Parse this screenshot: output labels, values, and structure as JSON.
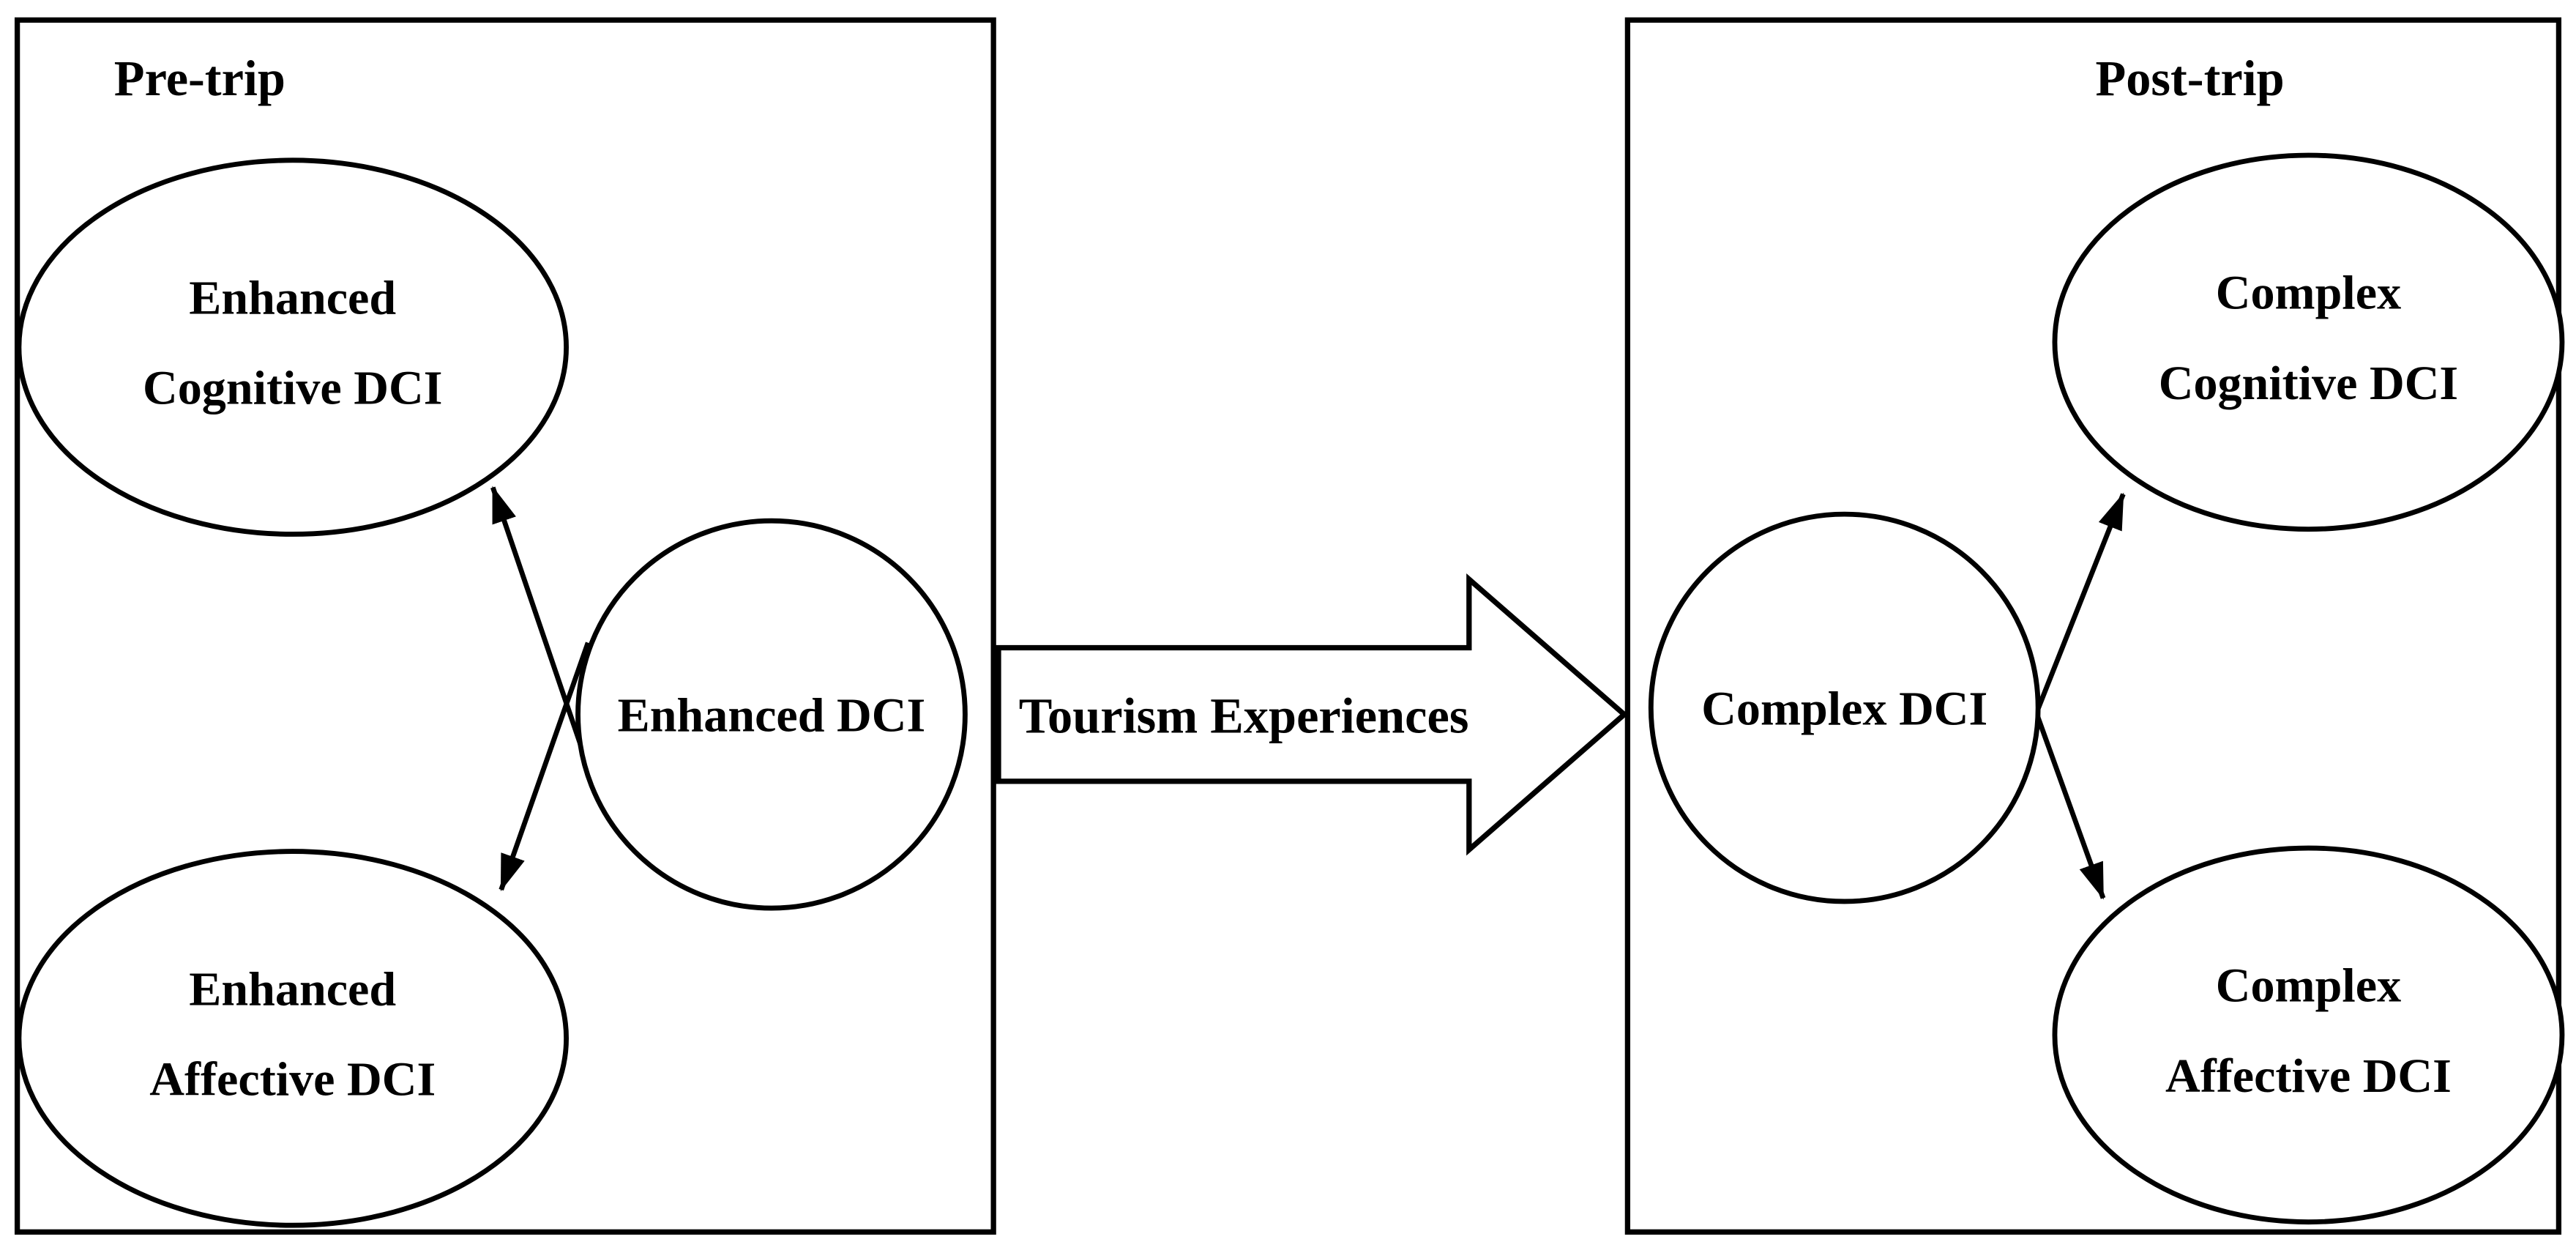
{
  "diagram": {
    "pretrip": {
      "title": "Pre-trip",
      "nodes": {
        "cognitive": {
          "lines": [
            "Enhanced",
            "Cognitive DCI"
          ]
        },
        "dci": {
          "label": "Enhanced DCI"
        },
        "affective": {
          "lines": [
            "Enhanced",
            "Affective DCI"
          ]
        }
      }
    },
    "transition": {
      "label": "Tourism Experiences"
    },
    "posttrip": {
      "title": "Post-trip",
      "nodes": {
        "cognitive": {
          "lines": [
            "Complex",
            "Cognitive DCI"
          ]
        },
        "dci": {
          "label": "Complex DCI"
        },
        "affective": {
          "lines": [
            "Complex",
            "Affective DCI"
          ]
        }
      }
    },
    "colors": {
      "stroke": "#000000",
      "background": "#ffffff"
    }
  }
}
